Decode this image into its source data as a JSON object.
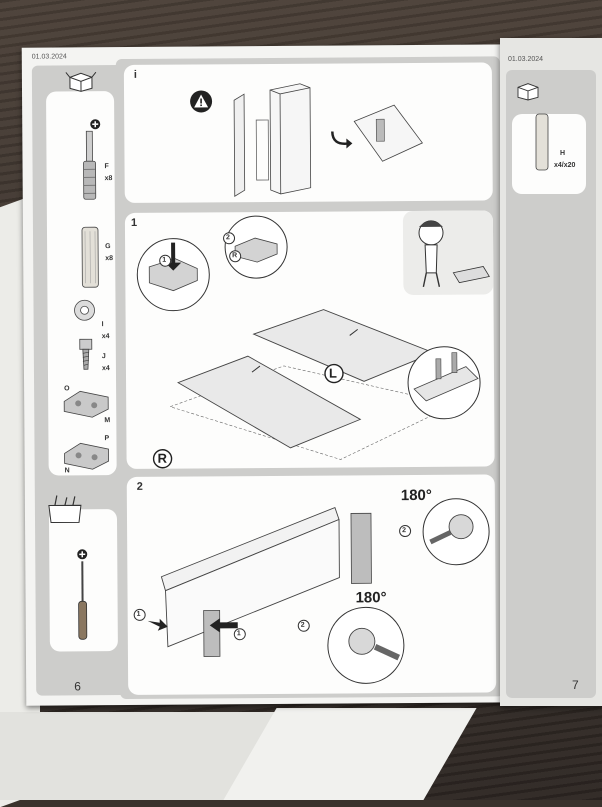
{
  "left_page": {
    "date": "01.03.2024",
    "page_number": "6",
    "sidebar": {
      "parts": [
        {
          "letter": "F",
          "qty": "x8"
        },
        {
          "letter": "G",
          "qty": "x8"
        },
        {
          "letter": "I",
          "qty": "x4"
        },
        {
          "letter": "J",
          "qty": "x4"
        },
        {
          "letter": "O",
          "qty": ""
        },
        {
          "letter": "M",
          "qty": ""
        },
        {
          "letter": "P",
          "qty": ""
        },
        {
          "letter": "N",
          "qty": ""
        }
      ]
    },
    "steps": {
      "info_tag": "i",
      "step1_tag": "1",
      "step2_tag": "2",
      "callout_1": "1",
      "callout_2": "2",
      "callout_R_small": "R",
      "side_L": "L",
      "side_R": "R",
      "rotate_a": "180°",
      "rotate_b": "180°",
      "arrow_num_a": "1",
      "arrow_num_b": "1",
      "step_num_a": "2",
      "step_num_b": "2"
    }
  },
  "right_page": {
    "date": "01.03.2024",
    "page_number": "7",
    "part": {
      "letter": "H",
      "qty": "x4/x20"
    }
  }
}
